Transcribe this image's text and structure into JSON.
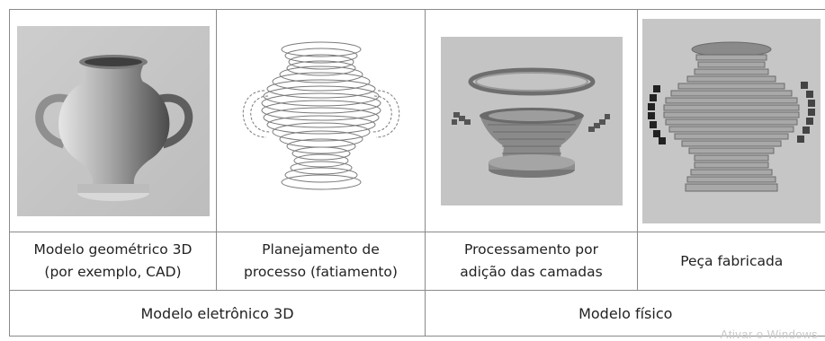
{
  "panels": [
    {
      "caption_line1": "Modelo geométrico 3D",
      "caption_line2": "(por exemplo, CAD)"
    },
    {
      "caption_line1": "Planejamento de",
      "caption_line2": "processo (fatiamento)"
    },
    {
      "caption_line1": "Processamento por",
      "caption_line2": "adição das camadas"
    },
    {
      "caption_line1": "Peça fabricada",
      "caption_line2": ""
    }
  ],
  "groups": [
    {
      "label": "Modelo eletrônico 3D"
    },
    {
      "label": "Modelo físico"
    }
  ],
  "watermark": "Ativar o Windows"
}
